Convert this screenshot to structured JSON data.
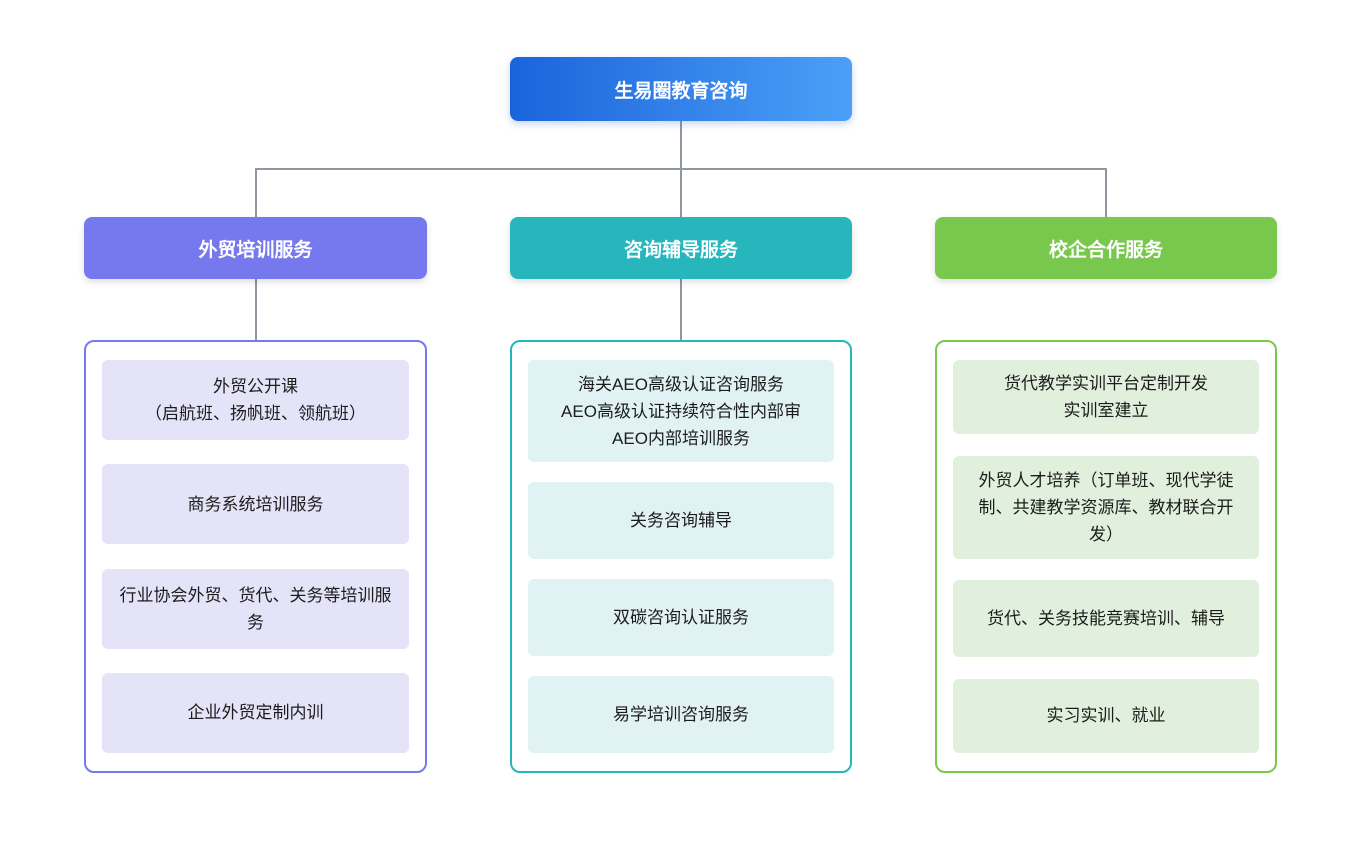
{
  "page": {
    "background_color": "#ffffff"
  },
  "connector_color": "#9097A0",
  "root_node": {
    "label": "生易圈教育咨询",
    "gradient_from": "#1A64DB",
    "gradient_to": "#4C9FF7",
    "text_color": "#ffffff"
  },
  "branches": [
    {
      "label": "外贸培训服务",
      "accent_color": "#7678EE",
      "item_bg_color": "#E4E3F8",
      "items": [
        {
          "text": "外贸公开课\n（启航班、扬帆班、领航班）"
        },
        {
          "text": "商务系统培训服务"
        },
        {
          "text": "行业协会外贸、货代、关务等培训服务"
        },
        {
          "text": "企业外贸定制内训"
        }
      ]
    },
    {
      "label": "咨询辅导服务",
      "accent_color": "#26B6BC",
      "item_bg_color": "#E0F2F4",
      "items": [
        {
          "text": "海关AEO高级认证咨询服务\nAEO高级认证持续符合性内部审\nAEO内部培训服务"
        },
        {
          "text": "关务咨询辅导"
        },
        {
          "text": "双碳咨询认证服务"
        },
        {
          "text": "易学培训咨询服务"
        }
      ]
    },
    {
      "label": "校企合作服务",
      "accent_color": "#79C84E",
      "item_bg_color": "#E1F0DC",
      "items": [
        {
          "text": "货代教学实训平台定制开发\n实训室建立"
        },
        {
          "text": "外贸人才培养（订单班、现代学徒制、共建教学资源库、教材联合开发）"
        },
        {
          "text": "货代、关务技能竞赛培训、辅导"
        },
        {
          "text": "实习实训、就业"
        }
      ]
    }
  ]
}
